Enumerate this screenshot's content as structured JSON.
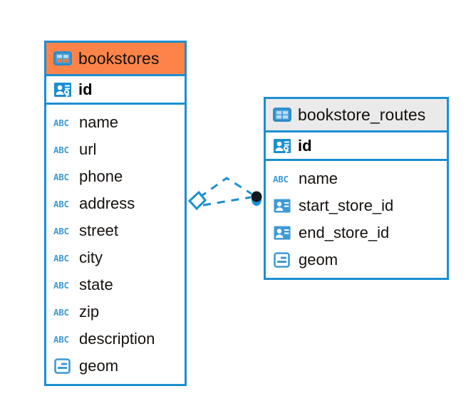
{
  "diagram": {
    "type": "entity-relationship-diagram",
    "background": "#ffffff",
    "accent_color": "#1a8fd1",
    "highlight_color": "#fd8348",
    "header_gray": "#eaeaea"
  },
  "tables": [
    {
      "name": "bookstores",
      "title": "bookstores",
      "header_style": "orange",
      "table_icon": "table-grid-icon",
      "primary_key": {
        "label": "id",
        "icon": "primary-key-icon"
      },
      "fields": [
        {
          "label": "name",
          "icon": "abc-text-icon",
          "type": "text"
        },
        {
          "label": "url",
          "icon": "abc-text-icon",
          "type": "text"
        },
        {
          "label": "phone",
          "icon": "abc-text-icon",
          "type": "text"
        },
        {
          "label": "address",
          "icon": "abc-text-icon",
          "type": "text"
        },
        {
          "label": "street",
          "icon": "abc-text-icon",
          "type": "text"
        },
        {
          "label": "city",
          "icon": "abc-text-icon",
          "type": "text"
        },
        {
          "label": "state",
          "icon": "abc-text-icon",
          "type": "text"
        },
        {
          "label": "zip",
          "icon": "abc-text-icon",
          "type": "text"
        },
        {
          "label": "description",
          "icon": "abc-text-icon",
          "type": "text"
        },
        {
          "label": "geom",
          "icon": "geometry-icon",
          "type": "geometry"
        }
      ]
    },
    {
      "name": "bookstore_routes",
      "title": "bookstore_routes",
      "header_style": "gray",
      "table_icon": "table-grid-icon",
      "primary_key": {
        "label": "id",
        "icon": "primary-key-icon"
      },
      "fields": [
        {
          "label": "name",
          "icon": "abc-text-icon",
          "type": "text"
        },
        {
          "label": "start_store_id",
          "icon": "foreign-key-icon",
          "type": "reference"
        },
        {
          "label": "end_store_id",
          "icon": "foreign-key-icon",
          "type": "reference"
        },
        {
          "label": "geom",
          "icon": "geometry-icon",
          "type": "geometry"
        }
      ]
    }
  ],
  "relationship": {
    "name": "bookstores-to-bookstore-routes",
    "line_style": "dashed",
    "color": "#1a8fd1",
    "source_marker": "diamond-open-marker",
    "target_marker": "filled-circle-marker"
  },
  "abc_icon_text": "ABC"
}
